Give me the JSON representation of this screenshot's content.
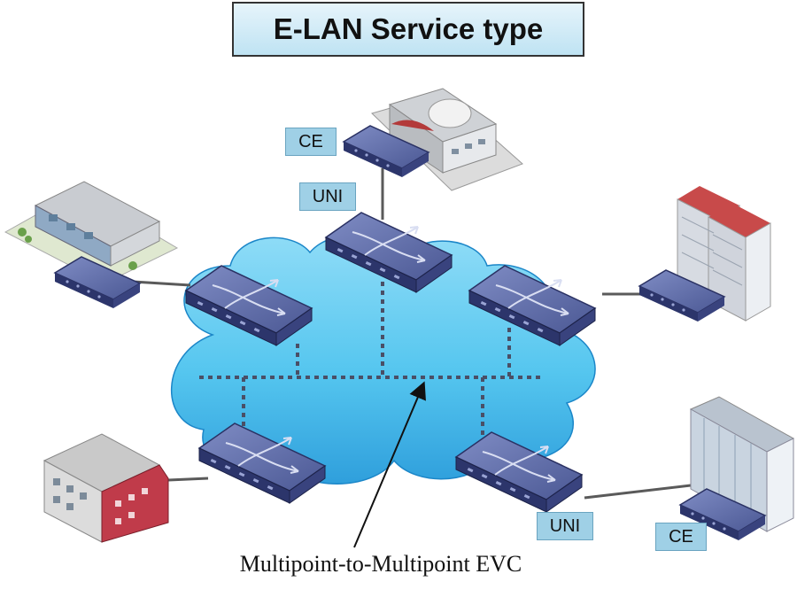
{
  "title": "E-LAN Service type",
  "labels": {
    "ce_top": "CE",
    "uni_top": "UNI",
    "uni_bottom_right": "UNI",
    "ce_bottom_right": "CE"
  },
  "caption": "Multipoint-to-Multipoint EVC",
  "colors": {
    "cloud": "#55c6ef",
    "cloud_edge": "#1b86c8",
    "switch_top": "#5f6da8",
    "switch_side": "#2c356b",
    "dashed_link": "#4a4f66",
    "tag_fill": "#9fd0e6"
  },
  "icons": [
    "cloud-icon",
    "switch-icon",
    "building-icon"
  ]
}
